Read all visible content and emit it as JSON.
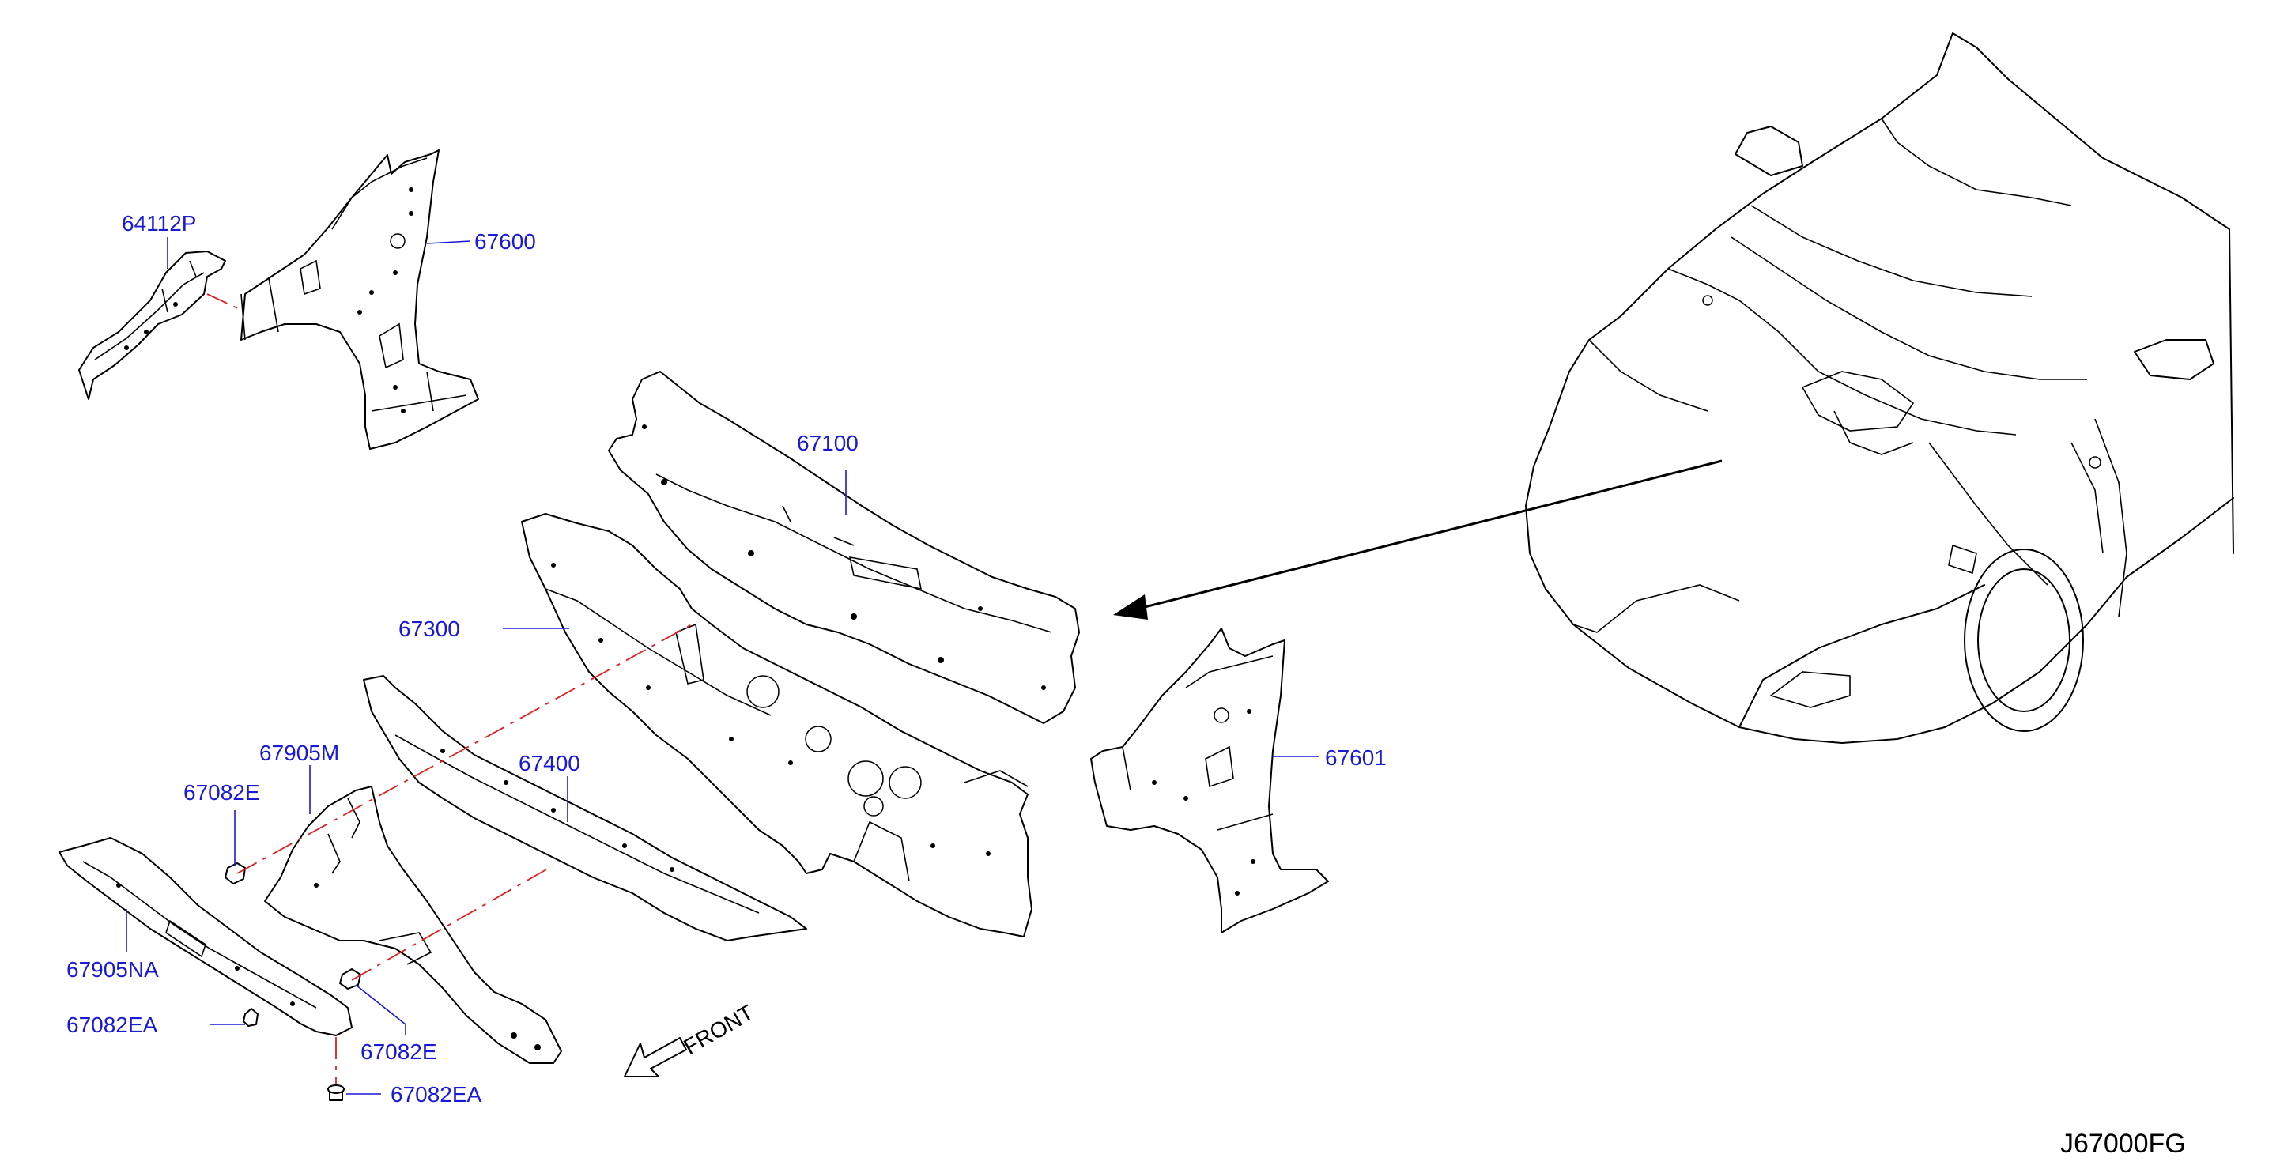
{
  "colors": {
    "label": "#1a1ad6",
    "leader": "#1a1ad6",
    "alignment": "#e02020",
    "outline": "#000000",
    "background": "#ffffff"
  },
  "parts": [
    {
      "id": "p64112p",
      "number": "64112P"
    },
    {
      "id": "p67600",
      "number": "67600"
    },
    {
      "id": "p67100",
      "number": "67100"
    },
    {
      "id": "p67300",
      "number": "67300"
    },
    {
      "id": "p67905m",
      "number": "67905M"
    },
    {
      "id": "p67082e_a",
      "number": "67082E"
    },
    {
      "id": "p67400",
      "number": "67400"
    },
    {
      "id": "p67601",
      "number": "67601"
    },
    {
      "id": "p67905na",
      "number": "67905NA"
    },
    {
      "id": "p67082ea_a",
      "number": "67082EA"
    },
    {
      "id": "p67082e_b",
      "number": "67082E"
    },
    {
      "id": "p67082ea_b",
      "number": "67082EA"
    }
  ],
  "front_label": "FRONT",
  "diagram_code": "J67000FG"
}
